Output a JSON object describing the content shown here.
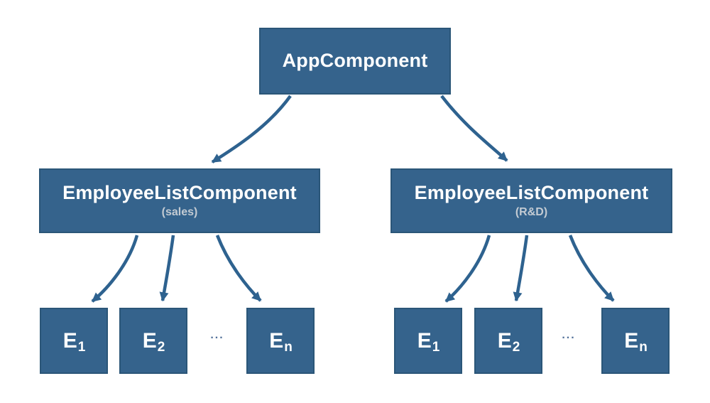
{
  "colors": {
    "background": "#ffffff",
    "box_fill": "#35638C",
    "box_border": "#2B5678",
    "arrow": "#2E628F",
    "title_text": "#ffffff",
    "subtitle_text": "#C3CBD3",
    "ellipsis_text": "#52719A"
  },
  "nodes": {
    "app": {
      "label": "AppComponent"
    },
    "sales_list": {
      "label": "EmployeeListComponent",
      "sublabel": "(sales)"
    },
    "rnd_list": {
      "label": "EmployeeListComponent",
      "sublabel": "(R&D)"
    },
    "employees": [
      {
        "base": "E",
        "sub": "1"
      },
      {
        "base": "E",
        "sub": "2"
      },
      {
        "base": "E",
        "sub": "n"
      }
    ],
    "ellipsis": "..."
  }
}
